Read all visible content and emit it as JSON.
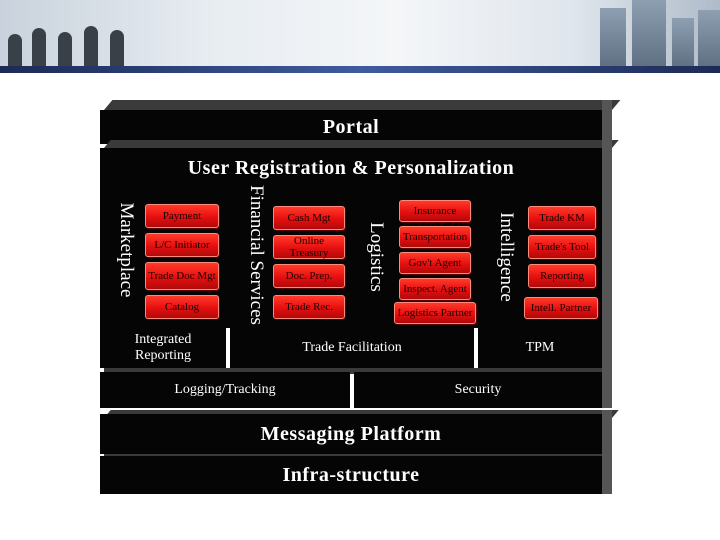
{
  "layers": {
    "portal": "Portal",
    "user_registration": "User Registration & Personalization",
    "marketplace": "Marketplace",
    "financial_services": "Financial Services",
    "logistics": "Logistics",
    "intelligence": "Intelligence",
    "integrated_reporting": "Integrated Reporting",
    "trade_facilitation": "Trade Facilitation",
    "tpm": "TPM",
    "logging_tracking": "Logging/Tracking",
    "security": "Security",
    "messaging_platform": "Messaging Platform",
    "infrastructure": "Infra-structure"
  },
  "marketplace_items": [
    "Payment",
    "L/C Initiator",
    "Trade Doc Mgt",
    "Catalog"
  ],
  "financial_items": [
    "Cash Mgt",
    "Online Treasury",
    "Doc. Prep.",
    "Trade Rec."
  ],
  "logistics_items": [
    "Insurance",
    "Transportation",
    "Gov't Agent",
    "Inspect. Agent",
    "Logistics Partner"
  ],
  "intelligence_items": [
    "Trade KM",
    "Trade's Tool",
    "Reporting",
    "Intell. Partner"
  ],
  "colors": {
    "block": "#050505",
    "module_red": "#e60f0f",
    "text": "#ffffff"
  }
}
